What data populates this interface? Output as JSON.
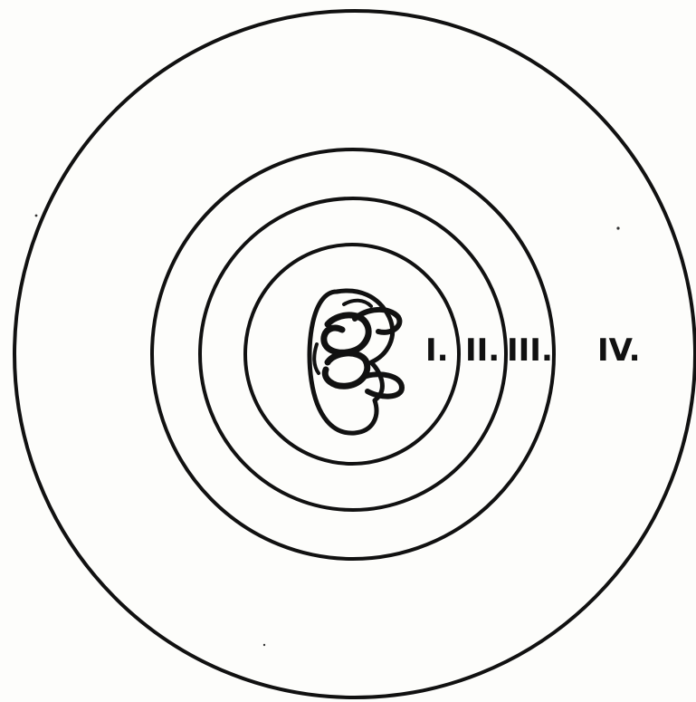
{
  "rings": [
    {
      "id": "ring-I",
      "label": "I."
    },
    {
      "id": "ring-II",
      "label": "II."
    },
    {
      "id": "ring-III",
      "label": "III."
    },
    {
      "id": "ring-IV",
      "label": "IV."
    }
  ],
  "colors": {
    "ink": "#111111",
    "paper": "#fdfdfb"
  }
}
